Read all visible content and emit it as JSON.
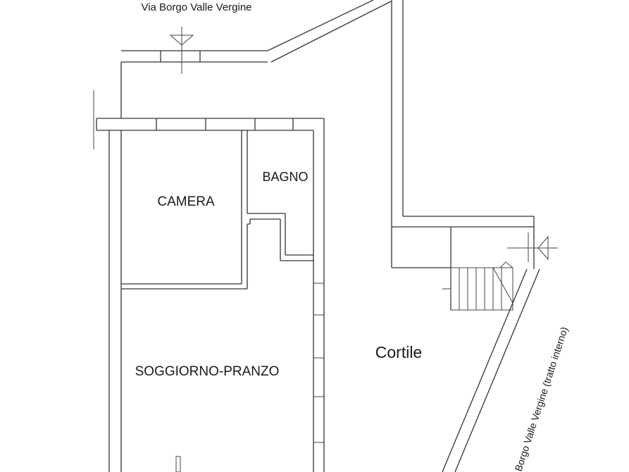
{
  "labels": {
    "street_top": "Via Borgo Valle Vergine",
    "street_side": "Borgo Valle Vergine (tratto interno)",
    "camera": "CAMERA",
    "bagno": "BAGNO",
    "soggiorno": "SOGGIORNO-PRANZO",
    "cortile": "Cortile"
  },
  "colors": {
    "line": "#333333",
    "text": "#1a1a1a",
    "background": "#ffffff"
  }
}
